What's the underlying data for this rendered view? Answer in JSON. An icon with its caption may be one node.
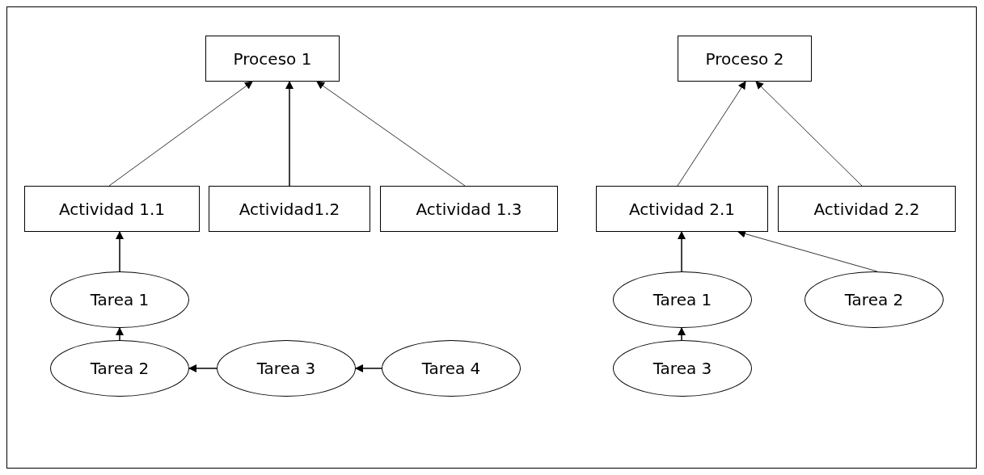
{
  "diagram": {
    "nodes": [
      {
        "text": [
          "Proceso 1"
        ]
      },
      {
        "text": [
          "Actividad 1.1"
        ]
      },
      {
        "text": [
          "Actividad1.2"
        ]
      },
      {
        "text": [
          "Actividad 1.3"
        ]
      },
      {
        "text": [
          "Proceso 2"
        ]
      },
      {
        "text": [
          "Actividad 2.1"
        ]
      },
      {
        "text": [
          "Actividad 2.2"
        ]
      },
      {
        "text": [
          "Tarea 1"
        ]
      },
      {
        "text": [
          "Tarea 2"
        ]
      },
      {
        "text": [
          "Tarea 3"
        ]
      },
      {
        "text": [
          "Tarea 4"
        ]
      },
      {
        "text": [
          "Tarea 1"
        ]
      },
      {
        "text": [
          "Tarea 2"
        ]
      },
      {
        "text": [
          "Tarea 3"
        ]
      }
    ],
    "edges": [
      {
        "from": 1,
        "to": 0,
        "arrow": "to"
      },
      {
        "from": 2,
        "to": 0,
        "arrow": "to"
      },
      {
        "from": 3,
        "to": 0,
        "arrow": "to"
      },
      {
        "from": 7,
        "to": 1,
        "arrow": "to"
      },
      {
        "from": 8,
        "to": 7,
        "arrow": "to"
      },
      {
        "from": 9,
        "to": 8,
        "arrow": "to"
      },
      {
        "from": 10,
        "to": 9,
        "arrow": "to"
      },
      {
        "from": 5,
        "to": 4,
        "arrow": "to"
      },
      {
        "from": 6,
        "to": 4,
        "arrow": "to"
      },
      {
        "from": 11,
        "to": 5,
        "arrow": "to"
      },
      {
        "from": 12,
        "to": 5,
        "arrow": "to"
      },
      {
        "from": 13,
        "to": 11,
        "arrow": "to"
      }
    ]
  }
}
